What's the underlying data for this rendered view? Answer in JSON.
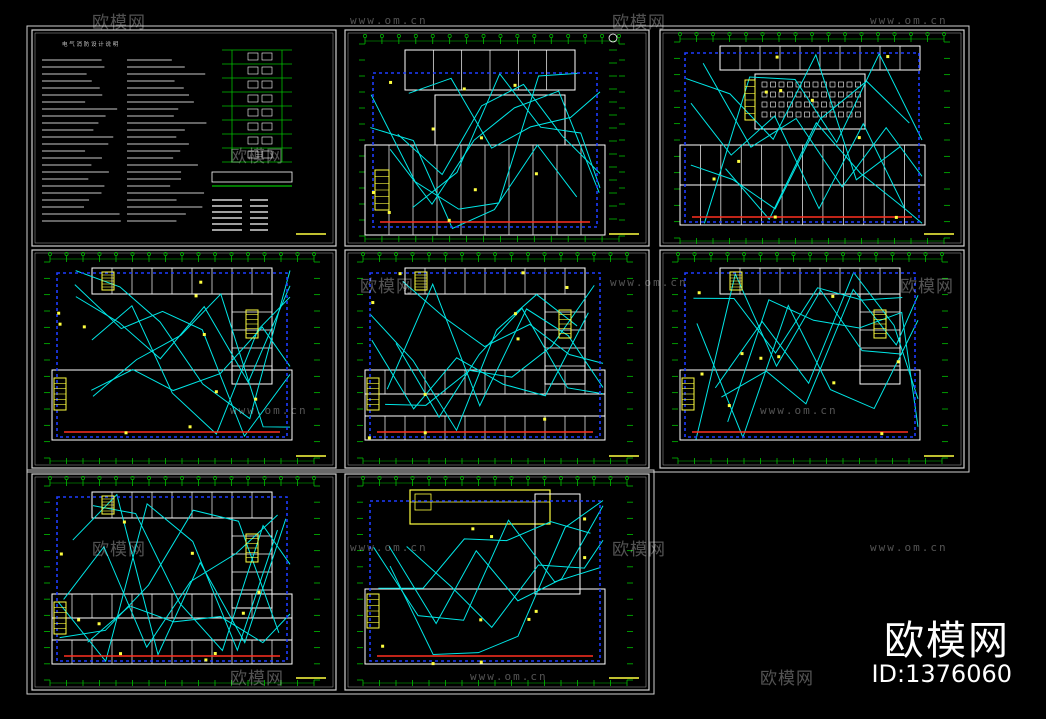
{
  "sheets": [
    {
      "id": "notes",
      "kind": "notes",
      "title": "电 气 消 防 设 计 说 明"
    },
    {
      "id": "plan-2",
      "kind": "ground"
    },
    {
      "id": "plan-3",
      "kind": "courtyard"
    },
    {
      "id": "plan-4",
      "kind": "lshape"
    },
    {
      "id": "plan-5",
      "kind": "lshape-rooms"
    },
    {
      "id": "plan-6",
      "kind": "lshape"
    },
    {
      "id": "plan-7",
      "kind": "lshape-rooms"
    },
    {
      "id": "plan-8",
      "kind": "roof"
    }
  ],
  "watermark": {
    "brand": "欧模网",
    "url": "www.om.cn",
    "id_text": "ID:1376060"
  },
  "colors": {
    "bg": "#000000",
    "frame": "#cfcfcf",
    "wall": "#ffffff",
    "grid": "#00c000",
    "wire": "#00e6e6",
    "wire_blue": "#1e3cff",
    "wire_red": "#ff3020",
    "note": "#c8c8c8"
  }
}
